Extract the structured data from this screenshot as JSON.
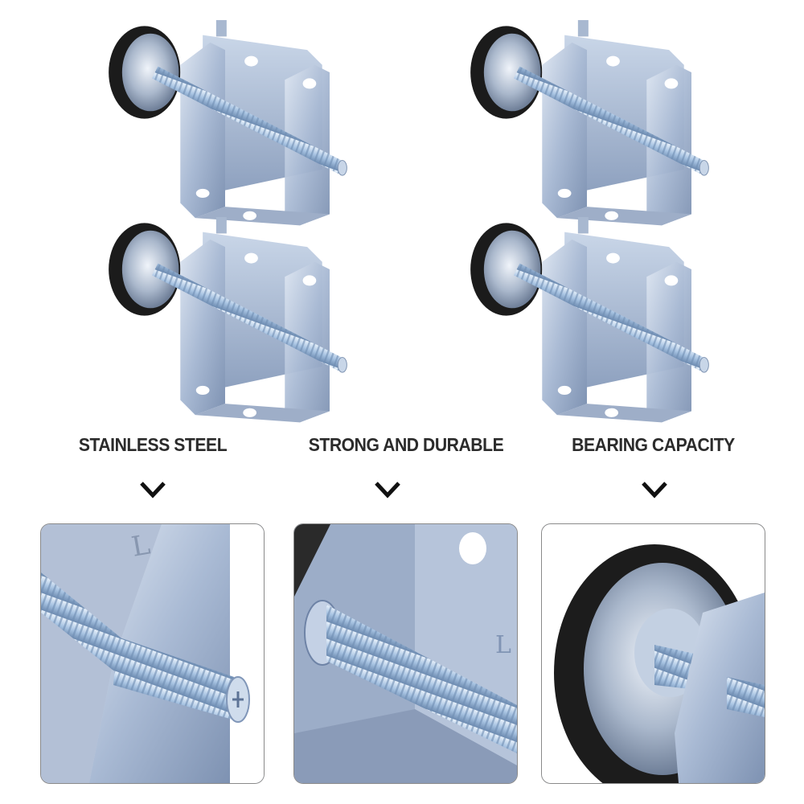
{
  "products": [
    {
      "name": "leveling-foot-bracket",
      "position": "top-left"
    },
    {
      "name": "leveling-foot-bracket",
      "position": "top-right"
    },
    {
      "name": "leveling-foot-bracket",
      "position": "middle-left"
    },
    {
      "name": "leveling-foot-bracket",
      "position": "middle-right"
    }
  ],
  "features": [
    {
      "label": "STAINLESS STEEL",
      "icon": "chevron-down-icon",
      "detail": "threaded bolt tip through bracket"
    },
    {
      "label": "STRONG AND DURABLE",
      "icon": "chevron-down-icon",
      "detail": "threaded bolt inside bracket"
    },
    {
      "label": "BEARING CAPACITY",
      "icon": "chevron-down-icon",
      "detail": "rubber-rimmed round foot pad"
    }
  ],
  "colors": {
    "text": "#2b2b2b",
    "steel": "#b8c6dc",
    "steel_dark": "#7f93b3",
    "rubber": "#1e1e1e",
    "panel_border": "#8a8a8a"
  }
}
